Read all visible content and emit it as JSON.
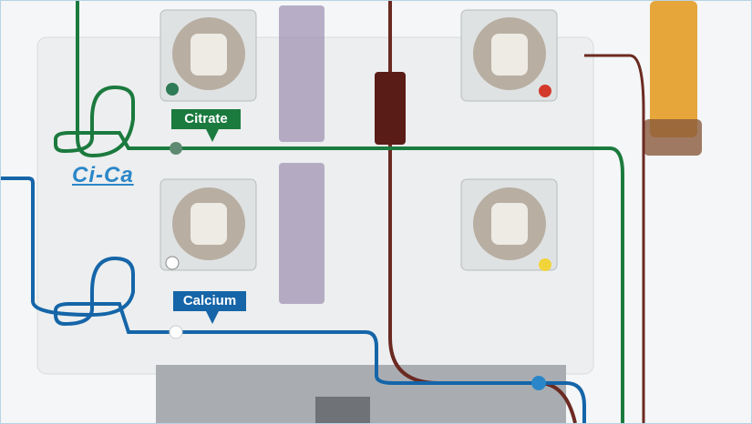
{
  "labels": {
    "citrate": "Citrate",
    "calcium": "Calcium"
  },
  "logo": "Ci-Ca",
  "colors": {
    "citrate_line": "#1b7a3e",
    "calcium_line": "#1565a8",
    "blood_line": "#6b2a22",
    "frame": "#b9d3e6"
  }
}
